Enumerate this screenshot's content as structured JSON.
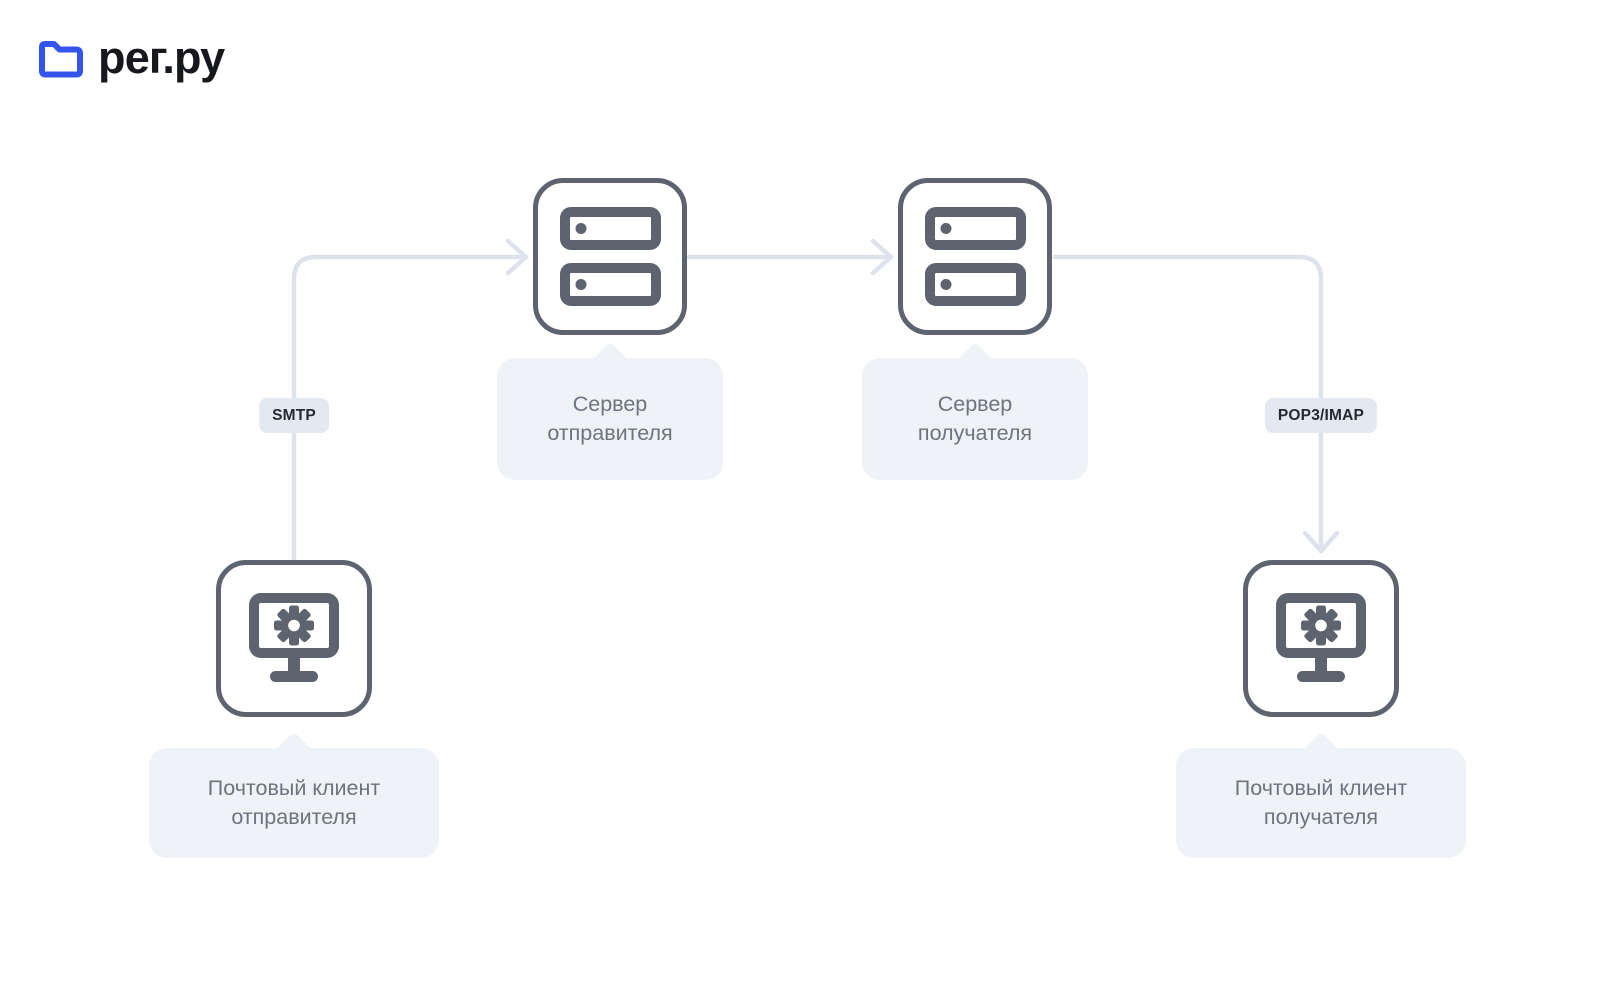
{
  "logo": {
    "brand": "рег.ру",
    "icon": "folder-icon",
    "icon_color": "#3355ee",
    "text_color": "#16181d"
  },
  "diagram": {
    "nodes": [
      {
        "id": "sender-client",
        "label": "Почтовый клиент отправителя",
        "icon": "monitor-gear-icon"
      },
      {
        "id": "sender-server",
        "label": "Сервер отправителя",
        "icon": "server-icon"
      },
      {
        "id": "recipient-server",
        "label": "Сервер получателя",
        "icon": "server-icon"
      },
      {
        "id": "recipient-client",
        "label": "Почтовый клиент получателя",
        "icon": "monitor-gear-icon"
      }
    ],
    "edges": [
      {
        "from": "sender-client",
        "to": "sender-server",
        "label": "SMTP",
        "direction": "up-then-right"
      },
      {
        "from": "sender-server",
        "to": "recipient-server",
        "label": "",
        "direction": "right"
      },
      {
        "from": "recipient-server",
        "to": "recipient-client",
        "label": "POP3/IMAP",
        "direction": "right-then-down"
      }
    ]
  },
  "colors": {
    "background": "#ffffff",
    "node_stroke": "#5d646f",
    "connector": "#dde2eb",
    "tooltip_bg": "#eff2f6",
    "tooltip_text": "#6b7480",
    "badge_bg": "#e4e9f1",
    "badge_text": "#222a36"
  }
}
